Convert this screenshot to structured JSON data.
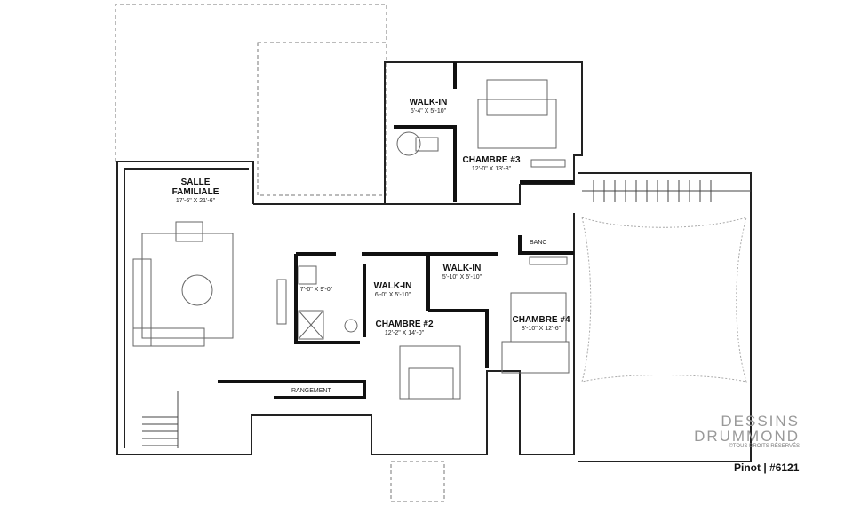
{
  "rooms": [
    {
      "name": "SALLE FAMILIALE",
      "size": "17'-6\" X 21'-6\""
    },
    {
      "name": "WALK-IN",
      "size": "6'-4\" X 5'-10\""
    },
    {
      "name": "CHAMBRE #3",
      "size": "12'-0\" X 13'-8\""
    },
    {
      "name": "WALK-IN",
      "size": "6'-0\" X 5'-10\""
    },
    {
      "name": "WALK-IN",
      "size": "5'-10\" X 5'-10\""
    },
    {
      "name": "CHAMBRE #2",
      "size": "12'-2\" X 14'-0\""
    },
    {
      "name": "CHAMBRE #4",
      "size": "8'-10\" X 12'-6\""
    },
    {
      "name": "",
      "size": "7'-0\" X 9'-0\""
    }
  ],
  "labels": {
    "banc": "BANC",
    "rangement": "RANGEMENT"
  },
  "brand": {
    "line1": "DESSINS",
    "line2": "DRUMMOND",
    "rights": "©TOUS DROITS RÉSERVÉS"
  },
  "plan_id": "Pinot | #6121",
  "colors": {
    "wall": "#111111",
    "line": "#555555"
  }
}
